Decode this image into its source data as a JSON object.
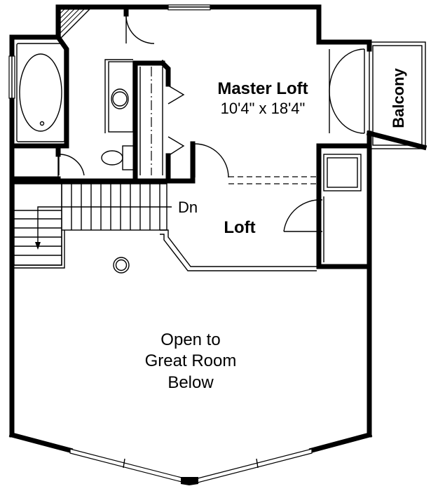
{
  "rooms": {
    "master_loft": {
      "name": "Master Loft",
      "dimensions": "10'4\" x 18'4\""
    },
    "balcony": {
      "name": "Balcony"
    },
    "loft": {
      "name": "Loft"
    },
    "open_area": {
      "line1": "Open to",
      "line2": "Great Room",
      "line3": "Below"
    }
  },
  "stairs": {
    "direction_label": "Dn"
  },
  "colors": {
    "wall": "#000000",
    "background": "#ffffff"
  }
}
